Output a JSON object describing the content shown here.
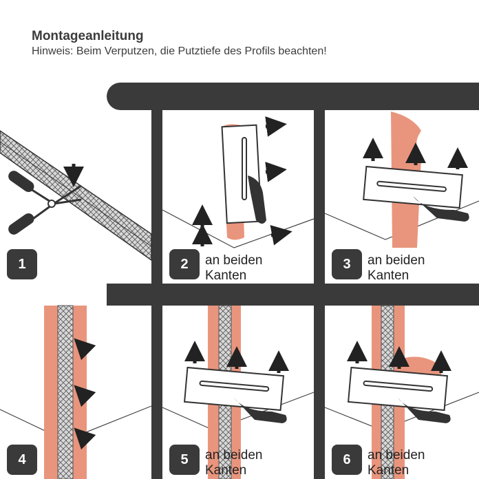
{
  "header": {
    "title": "Montageanleitung",
    "hint": "Hinweis: Beim Verputzen, die Putztiefe des Profils beachten!"
  },
  "steps": [
    {
      "number": "1",
      "caption_line1": "",
      "caption_line2": ""
    },
    {
      "number": "2",
      "caption_line1": "an beiden",
      "caption_line2": "Kanten"
    },
    {
      "number": "3",
      "caption_line1": "an beiden",
      "caption_line2": "Kanten"
    },
    {
      "number": "4",
      "caption_line1": "",
      "caption_line2": ""
    },
    {
      "number": "5",
      "caption_line1": "an beiden",
      "caption_line2": "Kanten"
    },
    {
      "number": "6",
      "caption_line1": "an beiden",
      "caption_line2": "Kanten"
    }
  ],
  "colors": {
    "frame": "#3a3a3a",
    "plaster": "#e9957d",
    "plaster_light": "#f2a98f",
    "profile": "#9a9a9a"
  },
  "icons": [
    "tin-snips-icon",
    "trowel-icon",
    "arrow-icon"
  ]
}
